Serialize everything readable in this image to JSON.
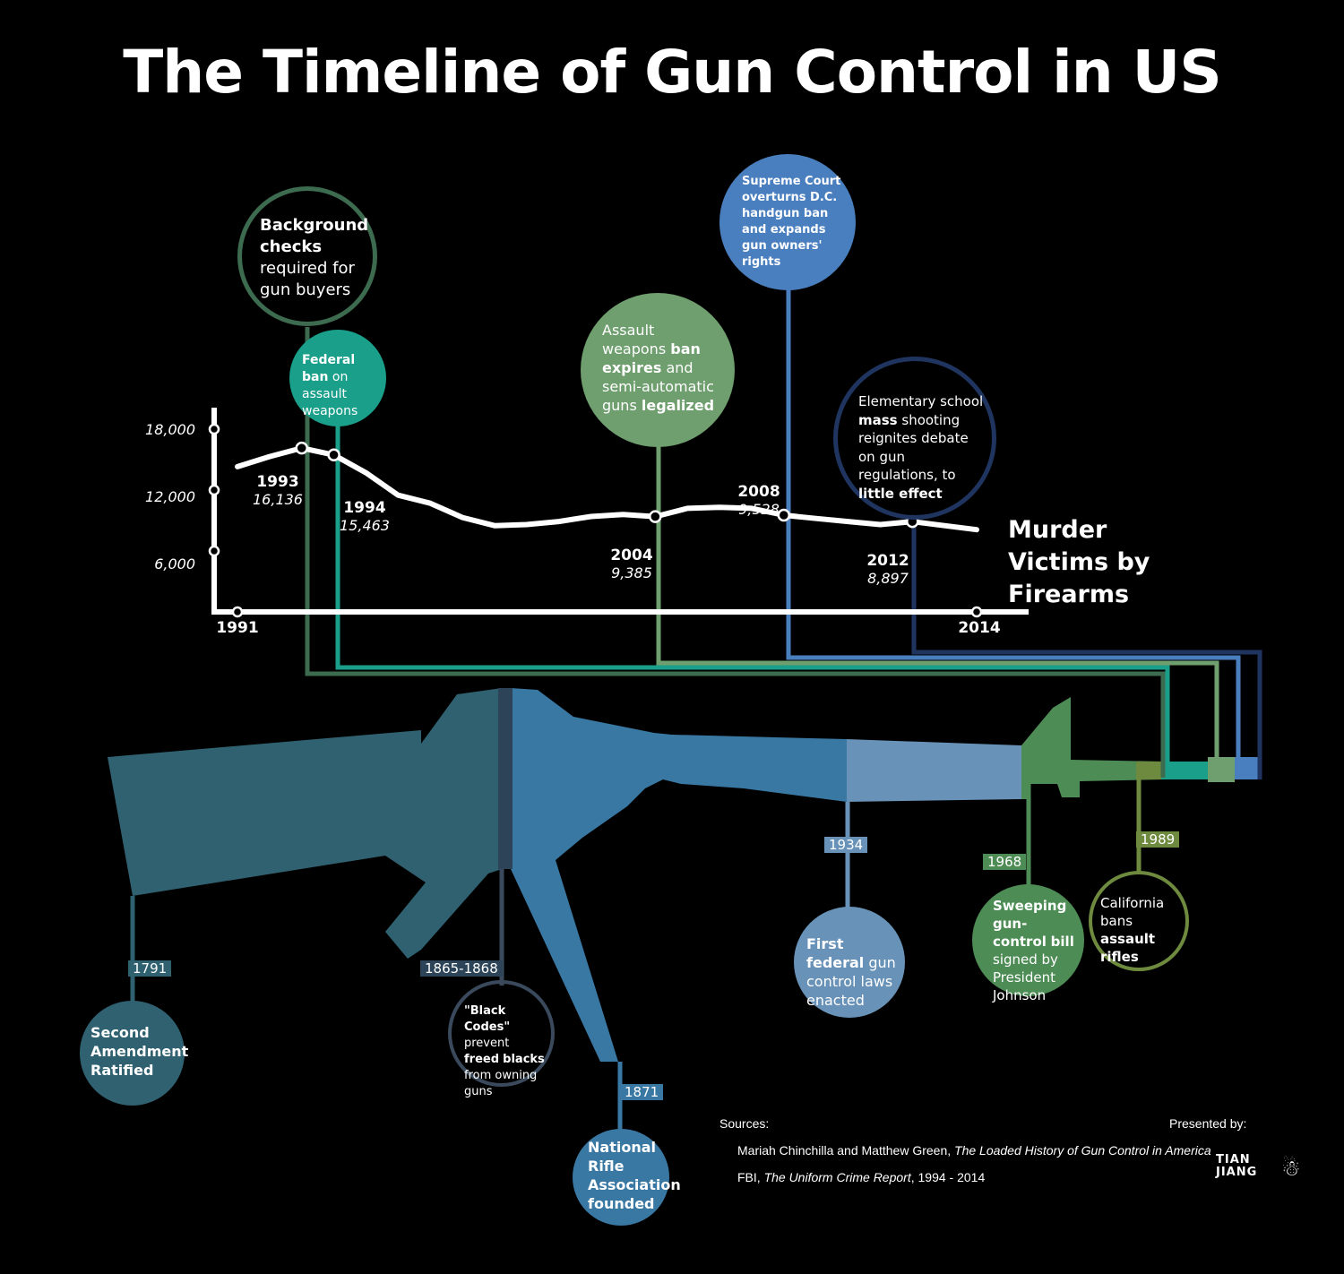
{
  "title": "The Timeline of Gun Control in US",
  "colors": {
    "dark_green": "#3d6b4f",
    "teal": "#1a9f8a",
    "sage": "#6f9e6f",
    "mid_blue": "#4a7fbf",
    "navy": "#1f3560",
    "stock": "#2f6170",
    "receiver": "#3a78a4",
    "barrel": "#6892b8",
    "front": "#4e8c56",
    "olive": "#6e8a3e"
  },
  "chart_data": {
    "type": "line",
    "title": "Murder Victims by Firearms",
    "x": [
      1991,
      1992,
      1993,
      1994,
      1995,
      1996,
      1997,
      1998,
      1999,
      2000,
      2001,
      2002,
      2003,
      2004,
      2005,
      2006,
      2007,
      2008,
      2009,
      2010,
      2011,
      2012,
      2013,
      2014
    ],
    "y": [
      14300,
      15300,
      16136,
      15463,
      13700,
      11500,
      10700,
      9300,
      8500,
      8600,
      8900,
      9400,
      9600,
      9385,
      10200,
      10300,
      10200,
      9528,
      9200,
      8900,
      8600,
      8897,
      8500,
      8100
    ],
    "ylim": [
      0,
      18000
    ],
    "yticks": [
      "18,000",
      "12,000",
      "6,000"
    ],
    "xticks": [
      "1991",
      "2014"
    ],
    "annotations": [
      {
        "year": "1993",
        "value": "16,136"
      },
      {
        "year": "1994",
        "value": "15,463"
      },
      {
        "year": "2004",
        "value": "9,385"
      },
      {
        "year": "2008",
        "value": "9,528"
      },
      {
        "year": "2012",
        "value": "8,897"
      }
    ]
  },
  "events_top": {
    "background_checks": "Background checks required for gun buyers",
    "federal_ban": "Federal ban on assault weapons",
    "assault_expires": "Assault weapons ban expires and semi-automatic guns legalized",
    "supreme_court": "Supreme Court overturns D.C. handgun ban and expands gun owners' rights",
    "elementary": "Elementary school mass shooting reignites debate on gun regulations, to little effect"
  },
  "events_bottom": [
    {
      "year": "1791",
      "text": "Second Amendment Ratified"
    },
    {
      "year": "1865-1868",
      "text": "\"Black Codes\" prevent freed blacks from owning guns"
    },
    {
      "year": "1871",
      "text": "National Rifle Association founded"
    },
    {
      "year": "1934",
      "text": "First federal gun control laws enacted"
    },
    {
      "year": "1968",
      "text": "Sweeping gun-control bill signed by President Johnson"
    },
    {
      "year": "1989",
      "text": "California bans assault rifles"
    }
  ],
  "sources": {
    "label": "Sources:",
    "s1_prefix": "Mariah Chinchilla and Matthew Green, ",
    "s1_title": "The Loaded History of Gun Control in America",
    "s2_prefix": "FBI, ",
    "s2_title": "The Uniform Crime Report",
    "s2_suffix": ", 1994 - 2014"
  },
  "presented": {
    "label": "Presented by:",
    "logo_line1": "TIAN",
    "logo_line2": "JIANG",
    "logo_mark": "☃"
  }
}
